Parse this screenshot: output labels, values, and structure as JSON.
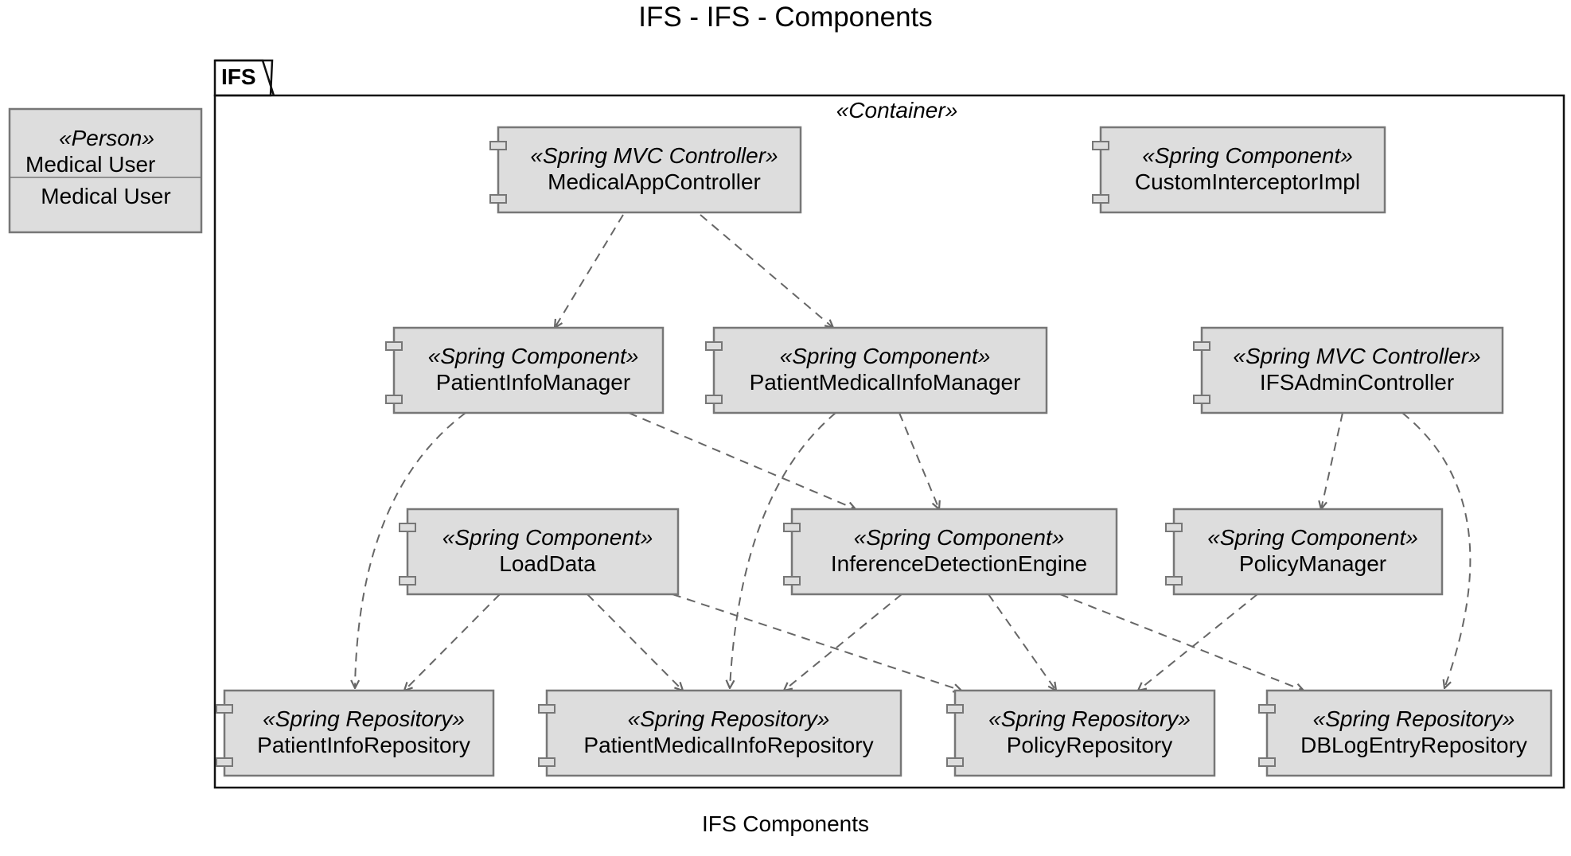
{
  "title": "IFS - IFS - Components",
  "caption": "IFS Components",
  "colors": {
    "box_fill": "#dddddd",
    "box_stroke": "#777777",
    "line": "#666666",
    "frame": "#111111"
  },
  "person": {
    "stereotype": "«Person»",
    "name": "Medical User",
    "description": "Medical User"
  },
  "package": {
    "name": "IFS",
    "stereotype": "«Container»"
  },
  "components": [
    {
      "id": "mac",
      "stereotype": "«Spring MVC Controller»",
      "name": "MedicalAppController"
    },
    {
      "id": "cii",
      "stereotype": "«Spring Component»",
      "name": "CustomInterceptorImpl"
    },
    {
      "id": "pim",
      "stereotype": "«Spring Component»",
      "name": "PatientInfoManager"
    },
    {
      "id": "pmim",
      "stereotype": "«Spring Component»",
      "name": "PatientMedicalInfoManager"
    },
    {
      "id": "iac",
      "stereotype": "«Spring MVC Controller»",
      "name": "IFSAdminController"
    },
    {
      "id": "ld",
      "stereotype": "«Spring Component»",
      "name": "LoadData"
    },
    {
      "id": "ide",
      "stereotype": "«Spring Component»",
      "name": "InferenceDetectionEngine"
    },
    {
      "id": "pm",
      "stereotype": "«Spring Component»",
      "name": "PolicyManager"
    },
    {
      "id": "pir",
      "stereotype": "«Spring Repository»",
      "name": "PatientInfoRepository"
    },
    {
      "id": "pmir",
      "stereotype": "«Spring Repository»",
      "name": "PatientMedicalInfoRepository"
    },
    {
      "id": "pr",
      "stereotype": "«Spring Repository»",
      "name": "PolicyRepository"
    },
    {
      "id": "dbr",
      "stereotype": "«Spring Repository»",
      "name": "DBLogEntryRepository"
    }
  ],
  "relations": [
    {
      "from": "MedicalAppController",
      "to": "PatientInfoManager"
    },
    {
      "from": "MedicalAppController",
      "to": "PatientMedicalInfoManager"
    },
    {
      "from": "PatientInfoManager",
      "to": "PatientInfoRepository"
    },
    {
      "from": "PatientInfoManager",
      "to": "InferenceDetectionEngine"
    },
    {
      "from": "PatientMedicalInfoManager",
      "to": "PatientMedicalInfoRepository"
    },
    {
      "from": "PatientMedicalInfoManager",
      "to": "InferenceDetectionEngine"
    },
    {
      "from": "IFSAdminController",
      "to": "PolicyManager"
    },
    {
      "from": "IFSAdminController",
      "to": "DBLogEntryRepository"
    },
    {
      "from": "LoadData",
      "to": "PatientInfoRepository"
    },
    {
      "from": "LoadData",
      "to": "PatientMedicalInfoRepository"
    },
    {
      "from": "LoadData",
      "to": "PolicyRepository"
    },
    {
      "from": "InferenceDetectionEngine",
      "to": "PatientMedicalInfoRepository"
    },
    {
      "from": "InferenceDetectionEngine",
      "to": "PolicyRepository"
    },
    {
      "from": "InferenceDetectionEngine",
      "to": "DBLogEntryRepository"
    },
    {
      "from": "PolicyManager",
      "to": "PolicyRepository"
    }
  ]
}
